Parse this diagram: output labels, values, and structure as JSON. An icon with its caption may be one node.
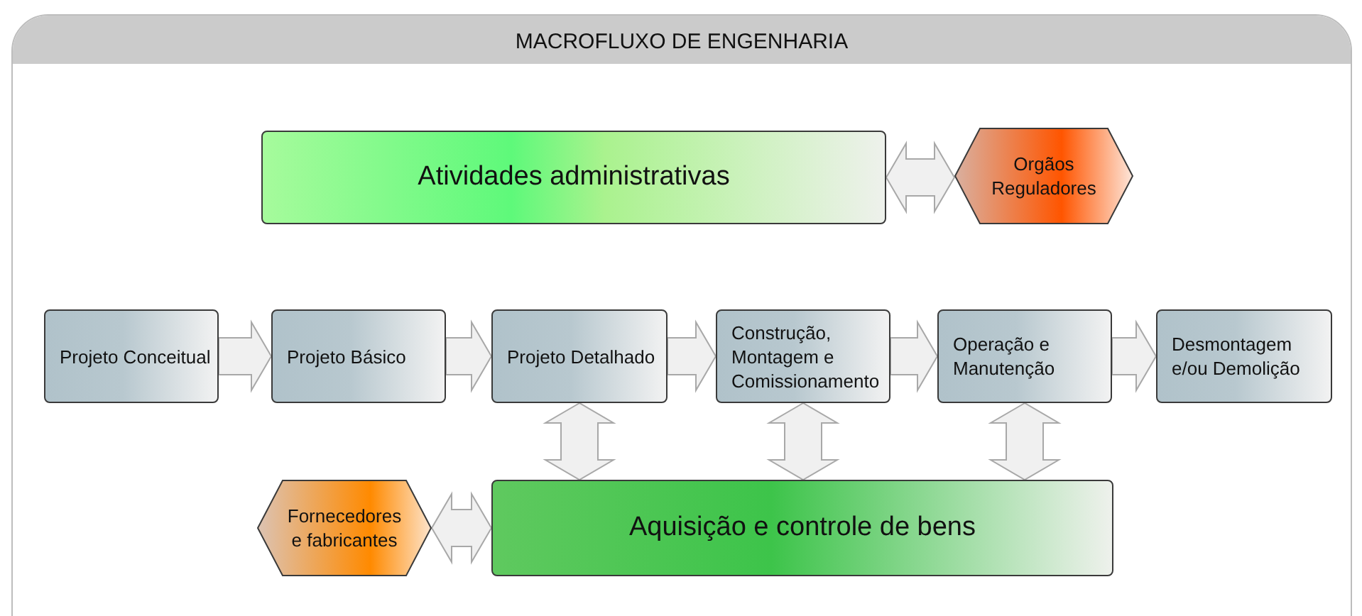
{
  "diagram": {
    "title": "MACROFLUXO DE ENGENHARIA",
    "nodes": [
      {
        "text": [
          "Atividades administrativas"
        ]
      },
      {
        "text": [
          "Orgãos Reguladores"
        ]
      },
      {
        "text": [
          "Projeto Conceitual"
        ]
      },
      {
        "text": [
          "Projeto Básico"
        ]
      },
      {
        "text": [
          "Projeto Detalhado"
        ]
      },
      {
        "text": [
          "Construção, Montagem e Comissionamento"
        ]
      },
      {
        "text": [
          "Operação e Manutenção"
        ]
      },
      {
        "text": [
          "Desmontagem e/ou Demolição"
        ]
      },
      {
        "text": [
          "Fornecedores e fabricantes"
        ]
      },
      {
        "text": [
          "Aquisição e controle de bens"
        ]
      }
    ],
    "edges": [
      {
        "from": 0,
        "to": 1,
        "arrow": "both"
      },
      {
        "from": 2,
        "to": 3,
        "arrow": "to"
      },
      {
        "from": 3,
        "to": 4,
        "arrow": "to"
      },
      {
        "from": 4,
        "to": 5,
        "arrow": "to"
      },
      {
        "from": 5,
        "to": 6,
        "arrow": "to"
      },
      {
        "from": 6,
        "to": 7,
        "arrow": "to"
      },
      {
        "from": 4,
        "to": 9,
        "arrow": "both"
      },
      {
        "from": 5,
        "to": 9,
        "arrow": "both"
      },
      {
        "from": 6,
        "to": 9,
        "arrow": "both"
      },
      {
        "from": 8,
        "to": 9,
        "arrow": "both"
      }
    ]
  }
}
